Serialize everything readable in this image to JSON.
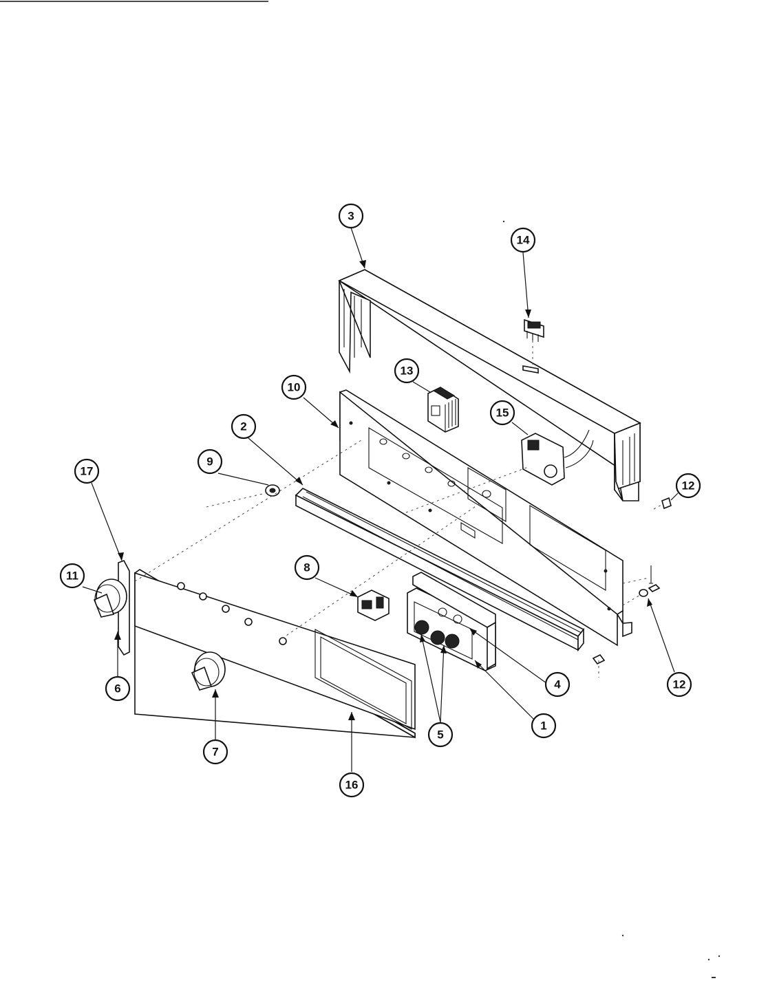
{
  "diagram": {
    "callouts": [
      {
        "id": "c3",
        "label": "3"
      },
      {
        "id": "c14",
        "label": "14"
      },
      {
        "id": "c13",
        "label": "13"
      },
      {
        "id": "c10",
        "label": "10"
      },
      {
        "id": "c15",
        "label": "15"
      },
      {
        "id": "c2",
        "label": "2"
      },
      {
        "id": "c9",
        "label": "9"
      },
      {
        "id": "c17",
        "label": "17"
      },
      {
        "id": "c12a",
        "label": "12"
      },
      {
        "id": "c11",
        "label": "11"
      },
      {
        "id": "c8",
        "label": "8"
      },
      {
        "id": "c6",
        "label": "6"
      },
      {
        "id": "c4",
        "label": "4"
      },
      {
        "id": "c12b",
        "label": "12"
      },
      {
        "id": "c1",
        "label": "1"
      },
      {
        "id": "c5",
        "label": "5"
      },
      {
        "id": "c7",
        "label": "7"
      },
      {
        "id": "c16",
        "label": "16"
      }
    ]
  }
}
